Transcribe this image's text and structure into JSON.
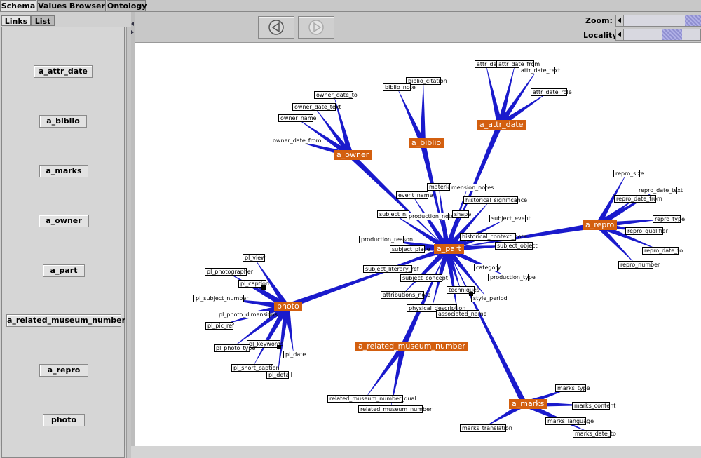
{
  "tabs": [
    "Schema",
    "Values Browser",
    "Ontology"
  ],
  "left": {
    "subtabs": [
      "Links",
      "List"
    ],
    "items": [
      "a_attr_date",
      "a_biblio",
      "a_marks",
      "a_owner",
      "a_part",
      "a_related_museum_number",
      "a_repro",
      "photo"
    ]
  },
  "toolbar": {
    "zoom_label": "Zoom:",
    "locality_label": "Locality:",
    "back_icon": "back-arrow-icon",
    "forward_icon": "forward-arrow-icon"
  },
  "colors": {
    "node": "#d35f0f",
    "edge": "#1a1acc"
  },
  "graph": {
    "nodes": {
      "a_part": "a_part",
      "a_owner": "a_owner",
      "a_biblio": "a_biblio",
      "a_attr_date": "a_attr_date",
      "a_repro": "a_repro",
      "photo": "photo",
      "a_related_museum_number": "a_related_museum_number",
      "a_marks": "a_marks"
    },
    "leaves": {
      "owner_date_to": "owner_date_to",
      "owner_date_text": "owner_date_text",
      "owner_name": "owner_name",
      "owner_date_from": "owner_date_from",
      "biblio_citation": "biblio_citation",
      "biblio_note": "biblio_note",
      "attr_dat": "attr_dat",
      "attr_date_from": "attr_date_from",
      "attr_date_text": "attr_date_text",
      "attr_date_role": "attr_date_role",
      "repro_size": "repro_size",
      "repro_date_text": "repro_date_text",
      "repro_date_from": "repro_date_from",
      "repro_type": "repro_type",
      "repro_qualifier": "repro_qualifier",
      "repro_date_to": "repro_date_to",
      "repro_number": "repro_number",
      "materials": "materials",
      "mension_notes": "mension_notes",
      "event_name": "event_name",
      "historical_significance": "historical_significance",
      "subject_nam": "subject_nam",
      "production_note": "production_note",
      "shape": "shape",
      "subject_event": "subject_event",
      "production_reason": "production_reason",
      "historical_context_note": "historical_context_note",
      "subject_place": "subject_place",
      "subject_object": "subject_object",
      "subject_literary_ref": "subject_literary_ref",
      "category": "category",
      "subject_concept": "subject_concept",
      "production_type": "production_type",
      "techniques": "techniques",
      "attributions_note": "attributions_note",
      "style_period": "style_period",
      "physical_description": "physical_description",
      "associated_name": "associated_name",
      "pl_view": "pl_view",
      "pl_photographer": "pl_photographer",
      "pl_caption": "pl_caption",
      "pl_subject_number": "pl_subject_number",
      "pl_photo_dimensions": "pl_photo_dimensions",
      "pl_pic_ref": "pl_pic_ref",
      "pl_keywords": "pl_keywords",
      "pl_photo_type": "pl_photo_type",
      "pl_date": "pl_date",
      "pl_short_caption": "pl_short_caption",
      "pl_detail": "pl_detail",
      "related_museum_number_qual": "related_museum_number_qual",
      "related_museum_number": "related_museum_number",
      "marks_type": "marks_type",
      "marks_content": "marks_content",
      "marks_language": "marks_language",
      "marks_translation": "marks_translation",
      "marks_date_to": "marks_date_to"
    }
  }
}
